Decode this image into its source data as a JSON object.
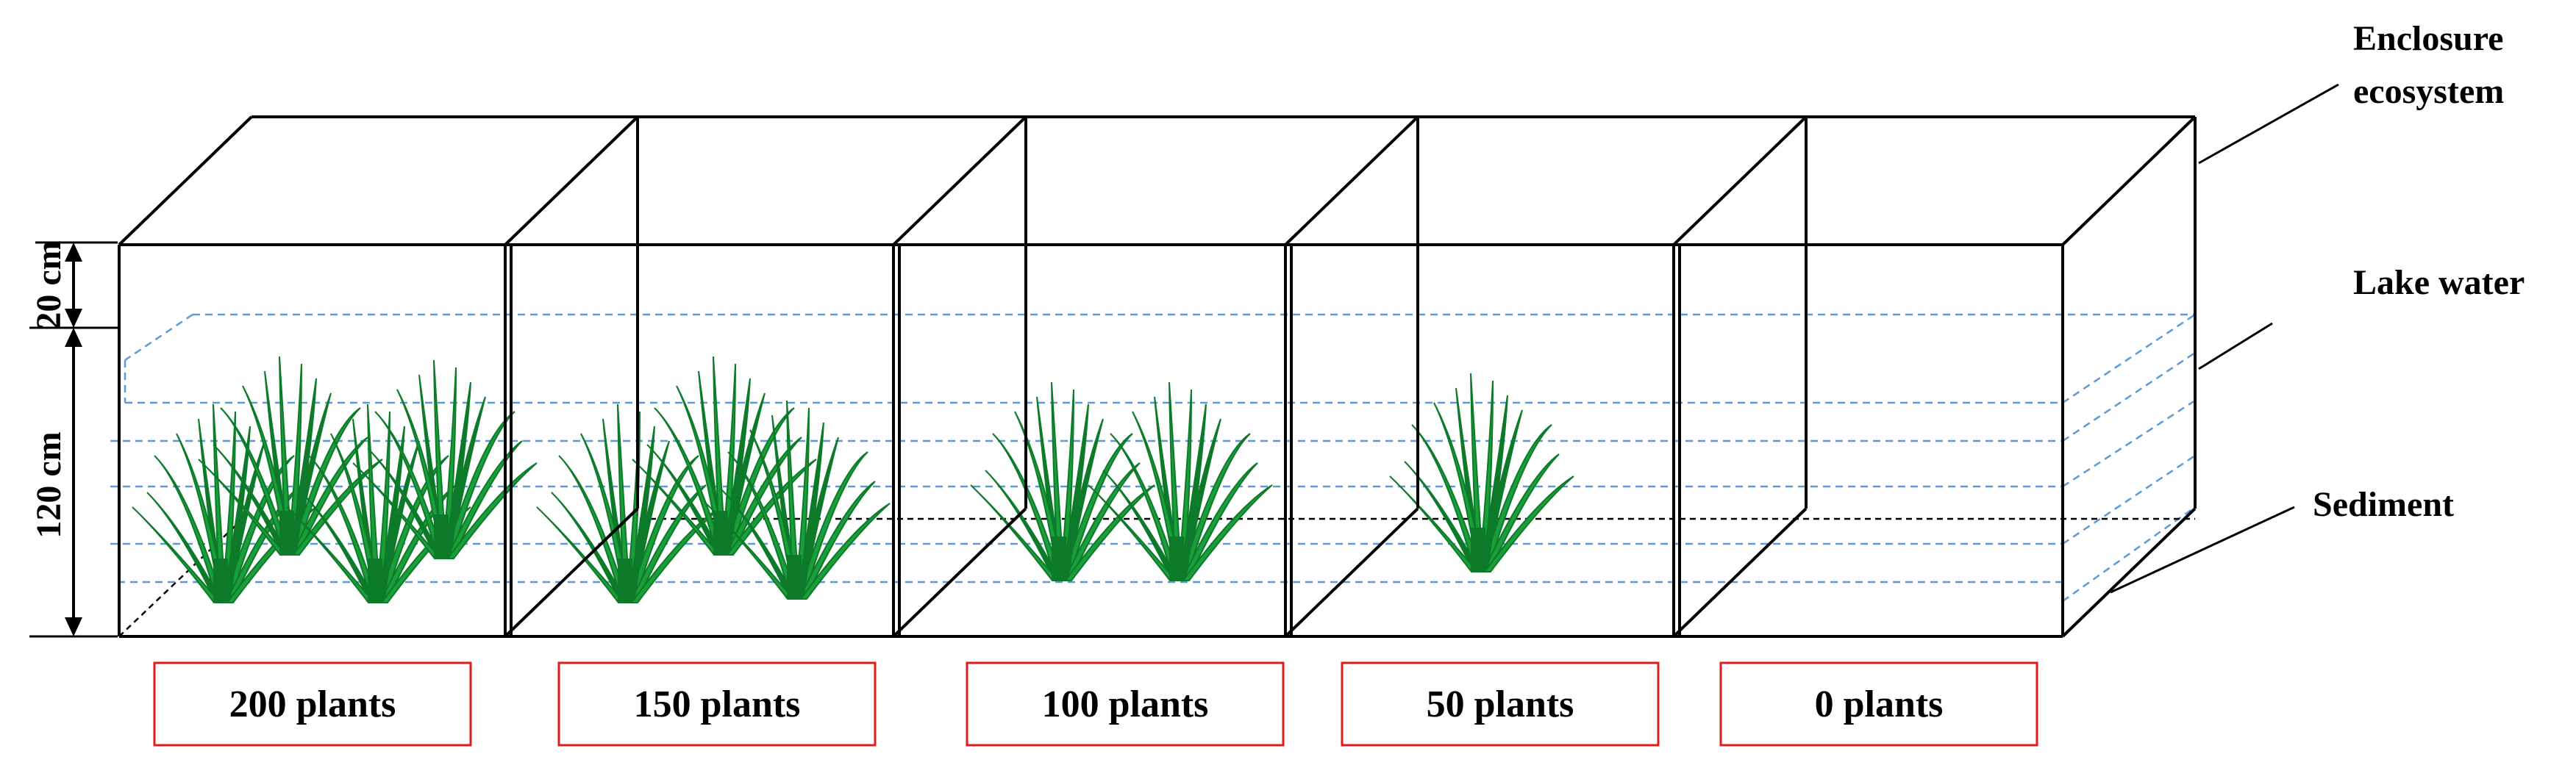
{
  "diagram": {
    "enclosures": [
      {
        "label": "200 plants",
        "plants": 200
      },
      {
        "label": "150 plants",
        "plants": 150
      },
      {
        "label": "100 plants",
        "plants": 100
      },
      {
        "label": "50 plants",
        "plants": 50
      },
      {
        "label": "0 plants",
        "plants": 0
      }
    ],
    "callouts": {
      "enclosure": [
        "Enclosure",
        "ecosystem"
      ],
      "lake_water": "Lake water",
      "sediment": "Sediment"
    },
    "dimensions": {
      "top": "20 cm",
      "bottom": "120 cm"
    },
    "colors": {
      "plant": "#1a9e3a",
      "plant_dark": "#0d7a2a",
      "water_line": "#5b9bd5",
      "label_border": "#e01b1b",
      "frame": "#000000"
    }
  }
}
